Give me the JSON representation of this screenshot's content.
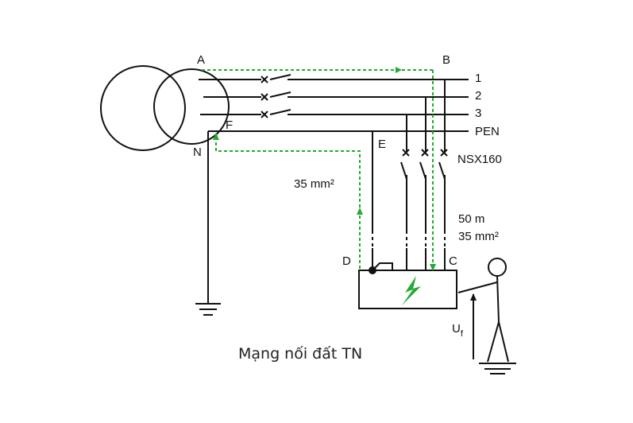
{
  "labels": {
    "A": "A",
    "B": "B",
    "F": "F",
    "N": "N",
    "E": "E",
    "D": "D",
    "C": "C",
    "phase1": "1",
    "phase2": "2",
    "phase3": "3",
    "pen": "PEN",
    "breaker": "NSX160",
    "pe_section": "35 mm²",
    "cable_length": "50 m",
    "cable_section": "35 mm²",
    "uf_base": "U",
    "uf_sub": "f"
  },
  "caption": "Mạng nối đất TN",
  "colors": {
    "wire": "#111111",
    "fault_path": "#22aa33"
  }
}
